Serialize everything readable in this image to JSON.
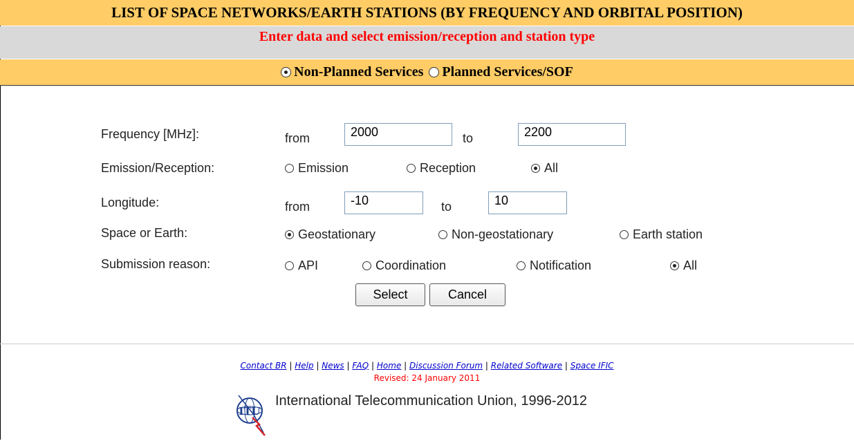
{
  "header": {
    "title": "LIST OF SPACE NETWORKS/EARTH STATIONS (BY FREQUENCY AND ORBITAL POSITION)",
    "instruction": "Enter data and select emission/reception and station type"
  },
  "service_mode": {
    "options": [
      {
        "label": "Non-Planned Services",
        "selected": true
      },
      {
        "label": "Planned Services/SOF",
        "selected": false
      }
    ]
  },
  "form": {
    "frequency": {
      "label": "Frequency [MHz]:",
      "from_word": "from",
      "to_word": "to",
      "from_value": "2000",
      "to_value": "2200"
    },
    "emission": {
      "label": "Emission/Reception:",
      "options": [
        {
          "label": "Emission",
          "selected": false
        },
        {
          "label": "Reception",
          "selected": false
        },
        {
          "label": "All",
          "selected": true
        }
      ]
    },
    "longitude": {
      "label": "Longitude:",
      "from_word": "from",
      "to_word": "to",
      "from_value": "-10",
      "to_value": "10"
    },
    "space_earth": {
      "label": "Space or Earth:",
      "options": [
        {
          "label": "Geostationary",
          "selected": true
        },
        {
          "label": "Non-geostationary",
          "selected": false
        },
        {
          "label": "Earth station",
          "selected": false
        }
      ]
    },
    "submission": {
      "label": "Submission reason:",
      "options": [
        {
          "label": "API",
          "selected": false
        },
        {
          "label": "Coordination",
          "selected": false
        },
        {
          "label": "Notification",
          "selected": false
        },
        {
          "label": "All",
          "selected": true
        }
      ]
    },
    "select_label": "Select",
    "cancel_label": "Cancel"
  },
  "footer": {
    "links": [
      "Contact BR",
      "Help",
      "News",
      "FAQ",
      "Home",
      "Discussion Forum",
      "Related Software",
      "Space IFIC"
    ],
    "separator": " | ",
    "revised": "Revised: 24 January 2011",
    "copyright": "International Telecommunication Union, 1996-2012",
    "logo_text": "ITU"
  },
  "colors": {
    "header_bg": "#FFCC66",
    "instruction_bg": "#D9D9D9",
    "instruction_text": "#FF0000",
    "link": "#0000CC"
  }
}
